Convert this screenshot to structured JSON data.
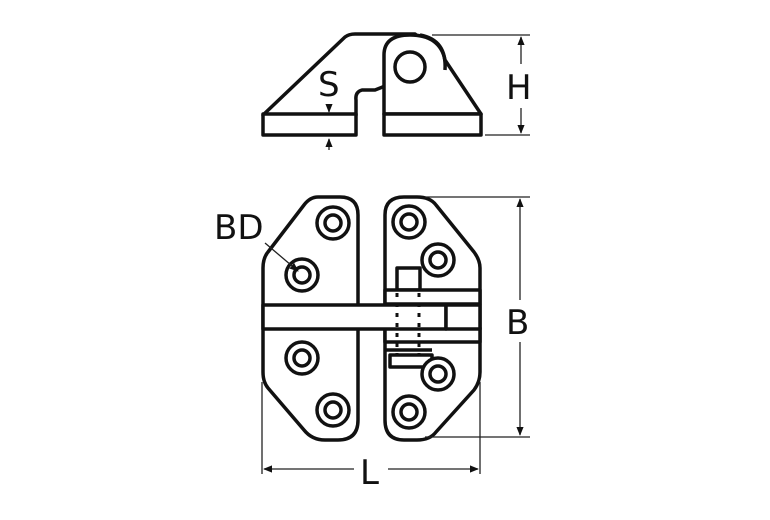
{
  "drawing": {
    "subject": "hinge technical drawing",
    "views": [
      "side-view",
      "top-view"
    ],
    "stroke_color": "#111111",
    "background": "#ffffff"
  },
  "labels": {
    "thickness": "S",
    "height": "H",
    "bore_diameter": "BD",
    "width": "B",
    "length": "L"
  }
}
